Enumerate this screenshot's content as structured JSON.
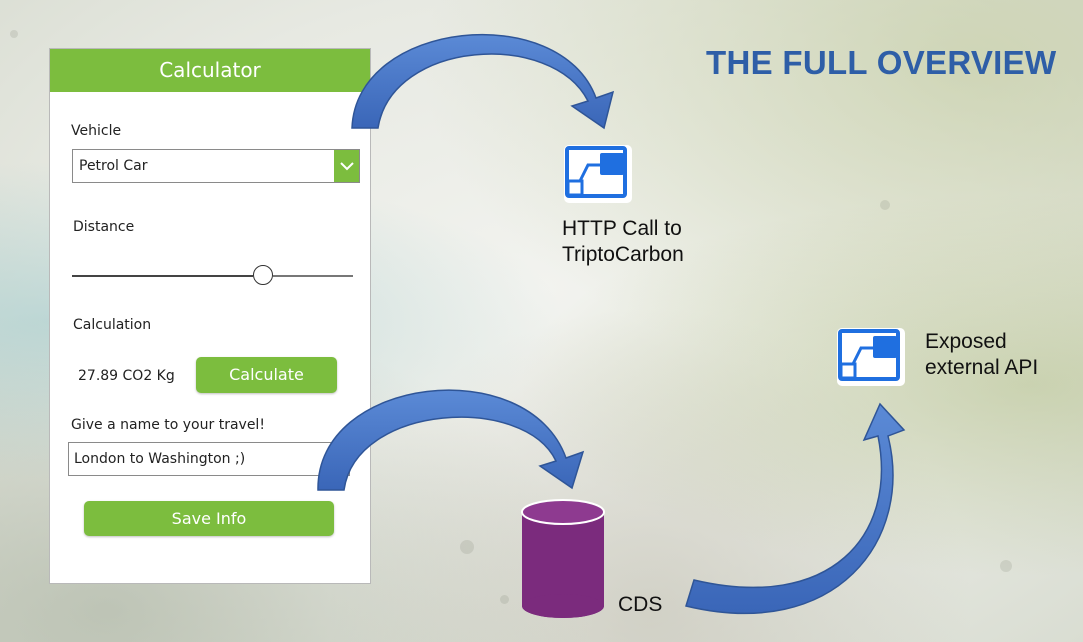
{
  "title": "THE FULL OVERVIEW",
  "app": {
    "header": "Calculator",
    "vehicle_label": "Vehicle",
    "vehicle_value": "Petrol Car",
    "distance_label": "Distance",
    "distance_slider_fraction": 0.68,
    "calculation_label": "Calculation",
    "calculation_value": "27.89 CO2 Kg",
    "calculate_button": "Calculate",
    "name_label": "Give a name to your travel!",
    "name_value": "London to Washington ;)",
    "save_button": "Save Info"
  },
  "nodes": {
    "http_call": {
      "line1": "HTTP Call to",
      "line2": "TriptoCarbon"
    },
    "external_api": {
      "line1": "Exposed",
      "line2": "external API"
    },
    "cds": {
      "label": "CDS"
    }
  },
  "colors": {
    "accent_green": "#7cbd3e",
    "title_blue": "#2e5ea7",
    "arrow_blue": "#4472c4",
    "database_purple": "#7b2b7d",
    "flow_icon_blue": "#1f6fe0"
  },
  "icons": [
    "power-automate-icon",
    "database-icon",
    "chevron-down-icon"
  ]
}
